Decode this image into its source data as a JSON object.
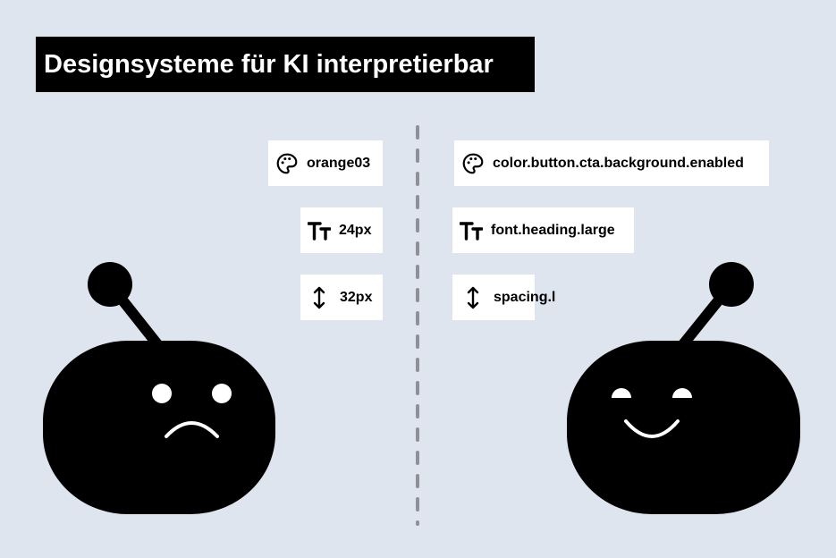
{
  "title": "Designsysteme für KI interpretierbar",
  "left": {
    "items": [
      {
        "icon": "palette-icon",
        "label": "orange03"
      },
      {
        "icon": "text-size-icon",
        "label": "24px"
      },
      {
        "icon": "vertical-arrows-icon",
        "label": "32px"
      }
    ],
    "robot_mood": "sad"
  },
  "right": {
    "items": [
      {
        "icon": "palette-icon",
        "label": "color.button.cta.background.enabled"
      },
      {
        "icon": "text-size-icon",
        "label": "font.heading.large"
      },
      {
        "icon": "vertical-arrows-icon",
        "label": "spacing.l"
      }
    ],
    "robot_mood": "happy"
  },
  "colors": {
    "background": "#dfe5ee",
    "divider": "#8e9099",
    "ink": "#000000"
  }
}
